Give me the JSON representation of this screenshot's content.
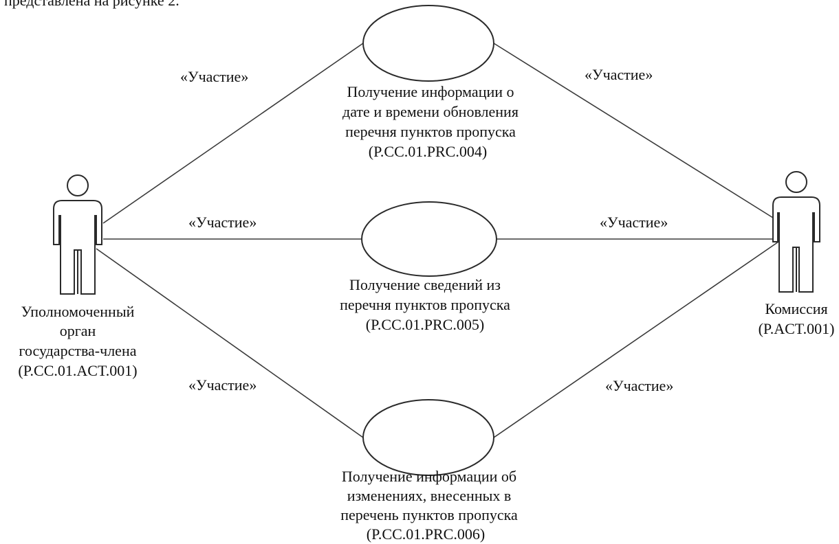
{
  "header_fragment": "представлена на рисунке 2.",
  "stereotype": "«Участие»",
  "actors": {
    "left": {
      "name_lines": [
        "Уполномоченный",
        "орган",
        "государства-члена",
        "(P.CC.01.ACT.001)"
      ]
    },
    "right": {
      "name_lines": [
        "Комиссия",
        "(P.ACT.001)"
      ]
    }
  },
  "use_cases": [
    {
      "lines": [
        "Получение информации о",
        "дате и времени обновления",
        "перечня пунктов пропуска",
        "(P.CC.01.PRC.004)"
      ]
    },
    {
      "lines": [
        "Получение сведений из",
        "перечня пунктов пропуска",
        "(P.CC.01.PRC.005)"
      ]
    },
    {
      "lines": [
        "Получение информации об",
        "изменениях, внесенных в",
        "перечень пунктов пропуска",
        "(P.CC.01.PRC.006)"
      ]
    }
  ]
}
